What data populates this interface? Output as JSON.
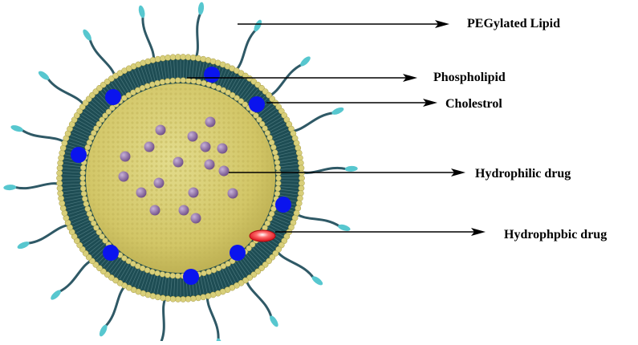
{
  "labels": {
    "pegylated_lipid": "PEGylated Lipid",
    "phospholipid": "Phospholipid",
    "cholesterol": "Cholestrol",
    "hydrophilic_drug": "Hydrophilic drug",
    "hydrophobic_drug": "Hydrophpbic drug"
  },
  "colors": {
    "shell_dark": "#1e4d54",
    "lipid_head": "#d8cf7a",
    "core": "#d6cc6e",
    "cholesterol": "#0a14ee",
    "hydrophilic_drug": "#8a6aa0",
    "hydrophobic_drug": "#e0141e",
    "peg_chain": "#2f5966",
    "peg_tip": "#57c7cf"
  }
}
